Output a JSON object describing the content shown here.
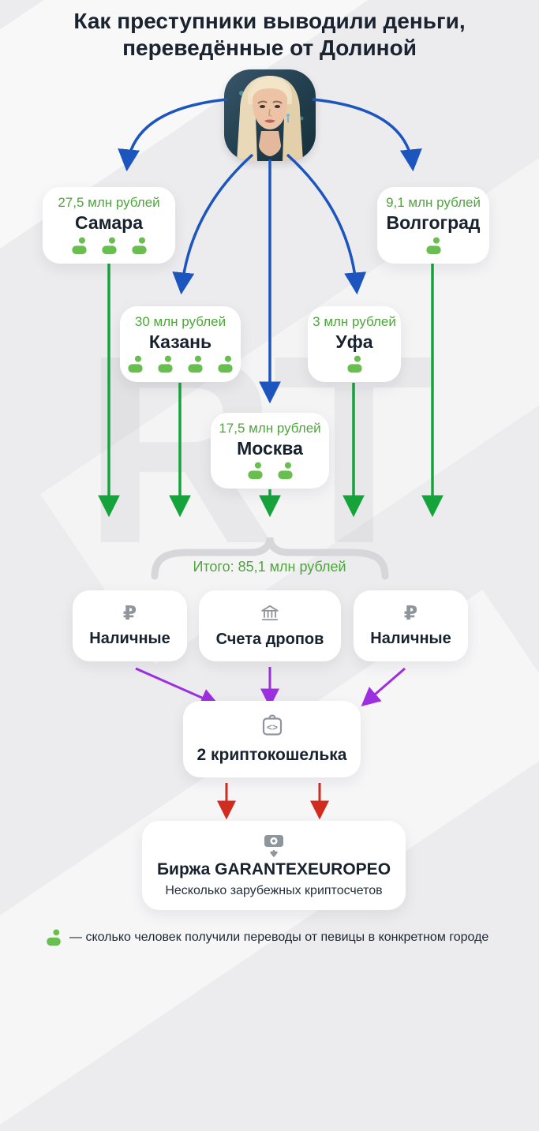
{
  "title": {
    "line1": "Как преступники выводили деньги,",
    "line2": "переведённые от Долиной"
  },
  "watermark_text": "RT",
  "cities": [
    {
      "name": "Самара",
      "amount": "27,5 млн рублей",
      "people": 3
    },
    {
      "name": "Волгоград",
      "amount": "9,1 млн рублей",
      "people": 1
    },
    {
      "name": "Казань",
      "amount": "30 млн рублей",
      "people": 4
    },
    {
      "name": "Уфа",
      "amount": "3 млн рублей",
      "people": 1
    },
    {
      "name": "Москва",
      "amount": "17,5 млн рублей",
      "people": 2
    }
  ],
  "total": {
    "label": "Итого: 85,1 млн рублей"
  },
  "methods": [
    {
      "label": "Наличные",
      "icon": "ruble-icon"
    },
    {
      "label": "Счета дропов",
      "icon": "bank-icon"
    },
    {
      "label": "Наличные",
      "icon": "ruble-icon"
    }
  ],
  "crypto": {
    "label": "2 криптокошелька",
    "icon": "crypto-wallet-icon"
  },
  "exchange": {
    "title": "Биржа GARANTEXEUROPEO",
    "subtitle": "Несколько зарубежных криптосчетов",
    "icon": "cash-deposit-icon"
  },
  "legend": {
    "text": "— сколько человек получили переводы от певицы в конкретном городе"
  },
  "icons": {
    "ruble_glyph": "₽",
    "wallet_glyph": "<>"
  },
  "colors": {
    "background": "#ececee",
    "green_text": "#4fa53d",
    "green_arrow": "#17a33c",
    "person_green": "#68bf4f",
    "blue_arrow": "#1c55bd",
    "purple_arrow": "#9d2fe0",
    "red_arrow": "#d02c20",
    "title_text": "#1a2330"
  }
}
